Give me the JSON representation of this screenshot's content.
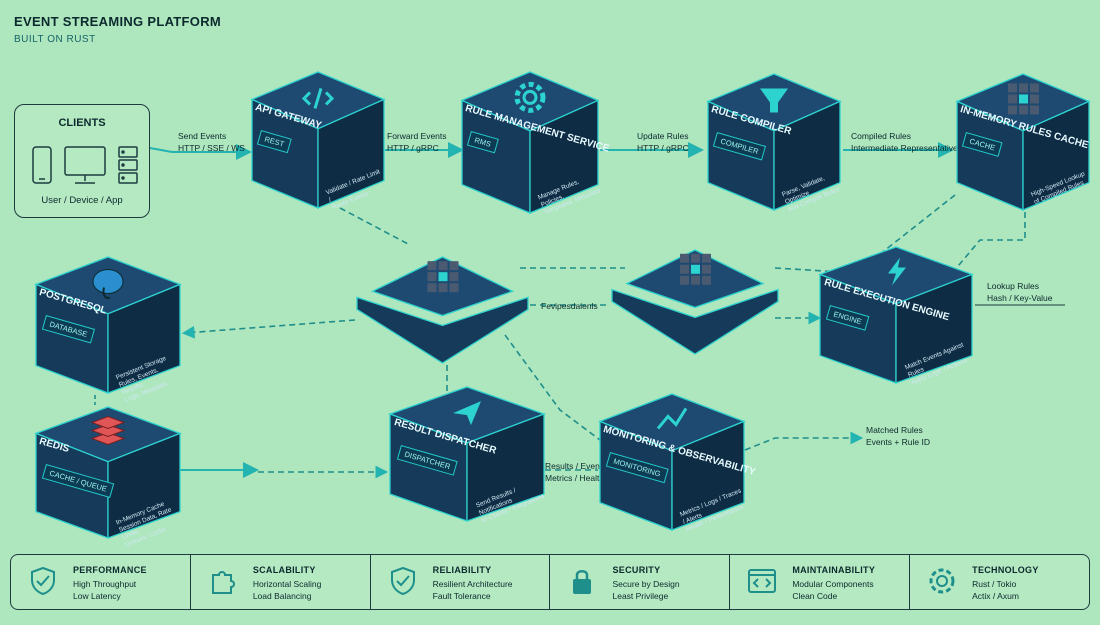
{
  "header": {
    "title": "EVENT STREAMING PLATFORM",
    "subtitle": "BUILT ON RUST"
  },
  "clients": {
    "title": "CLIENTS",
    "footer": "User / Device / App",
    "icons": [
      "phone-icon",
      "monitor-icon",
      "server-icon"
    ]
  },
  "nodes": {
    "gateway": {
      "title": "API GATEWAY",
      "tag": "REST",
      "desc": "Validate / Rate Limit /\nRoute Events",
      "icon": "code-icon"
    },
    "rms": {
      "title": "RULE MANAGEMENT SERVICE",
      "tag": "RMS",
      "desc": "Manage Rules, Policies,\nTemplates, Metadata",
      "icon": "gear-icon"
    },
    "compiler": {
      "title": "RULE COMPILER",
      "tag": "COMPILER",
      "desc": "Parse, Validate, Optimize\nand Compile Rules",
      "icon": "funnel-icon"
    },
    "cache": {
      "title": "IN-MEMORY RULES CACHE",
      "tag": "CACHE",
      "desc": "High-Speed Lookup\nof Compiled Rules",
      "icon": "grid-icon"
    },
    "postgres": {
      "title": "POSTGRESQL",
      "tag": "DATABASE",
      "desc": "Persistent Storage\nRules, Events, Results,\nLogs, Metadata",
      "icon": "elephant-icon"
    },
    "redis": {
      "title": "REDIS",
      "tag": "CACHE / QUEUE",
      "desc": "In-Memory Cache\nSession Data, Rate Limits,\nQueues, Locks",
      "icon": "redis-icon"
    },
    "dispatcher": {
      "title": "RESULT DISPATCHER",
      "tag": "DISPATCHER",
      "desc": "Send Results / Notifications\nto Clients / Integrations",
      "icon": "paper-plane-icon"
    },
    "monitoring": {
      "title": "MONITORING & OBSERVABILITY",
      "tag": "MONITORING",
      "desc": "Metrics / Logs / Traces / Alerts\nHealth / Performance",
      "icon": "chart-line-icon"
    },
    "engine": {
      "title": "RULE EXECUTION ENGINE",
      "tag": "ENGINE",
      "desc": "Match Events Against Rules\nApply Logic / Actions",
      "icon": "bolt-icon"
    }
  },
  "edges": {
    "send_events": [
      "Send Events",
      "HTTP / SSE / WS"
    ],
    "forward_events": [
      "Forward Events",
      "HTTP / gRPC"
    ],
    "update_rules": [
      "Update Rules",
      "HTTP / gRPC"
    ],
    "compiled_rules": [
      "Compiled Rules",
      "Intermediate Representative"
    ],
    "lookup_rules": [
      "Lookup Rules",
      "Hash / Key-Value"
    ],
    "middle": "Fevipesdaienls",
    "results_events": [
      "Results / Events",
      "Metrics / Health"
    ],
    "matched_rules": [
      "Matched Rules",
      "Events + Rule ID"
    ]
  },
  "footer": [
    {
      "title": "PERFORMANCE",
      "l1": "High Throughput",
      "l2": "Low Latency",
      "icon": "shield-check-icon"
    },
    {
      "title": "SCALABILITY",
      "l1": "Horizontal Scaling",
      "l2": "Load Balancing",
      "icon": "puzzle-icon"
    },
    {
      "title": "RELIABILITY",
      "l1": "Resilient Architecture",
      "l2": "Fault Tolerance",
      "icon": "shield-check-icon"
    },
    {
      "title": "SECURITY",
      "l1": "Secure by Design",
      "l2": "Least Privilege",
      "icon": "lock-icon"
    },
    {
      "title": "MAINTAINABILITY",
      "l1": "Modular Components",
      "l2": "Clean Code",
      "icon": "code-window-icon"
    },
    {
      "title": "TECHNOLOGY",
      "l1": "Rust / Tokio",
      "l2": "Actix / Axum",
      "icon": "gear-icon"
    }
  ],
  "colors": {
    "background": "#aee6bd",
    "node_top": "#1e4a72",
    "node_side": "#0f2c45",
    "accent": "#2cd3cf",
    "text": "#0c2a2e"
  }
}
